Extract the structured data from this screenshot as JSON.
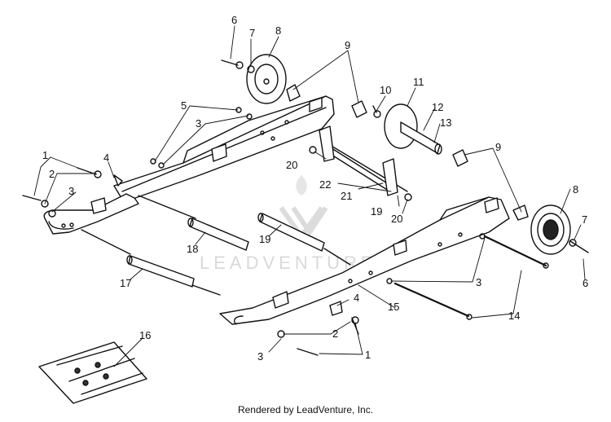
{
  "diagram": {
    "callouts": [
      {
        "id": "c6a",
        "text": "6"
      },
      {
        "id": "c7a",
        "text": "7"
      },
      {
        "id": "c8a",
        "text": "8"
      },
      {
        "id": "c9a",
        "text": "9"
      },
      {
        "id": "c10",
        "text": "10"
      },
      {
        "id": "c11",
        "text": "11"
      },
      {
        "id": "c12",
        "text": "12"
      },
      {
        "id": "c13",
        "text": "13"
      },
      {
        "id": "c5",
        "text": "5"
      },
      {
        "id": "c3a",
        "text": "3"
      },
      {
        "id": "c1a",
        "text": "1"
      },
      {
        "id": "c4a",
        "text": "4"
      },
      {
        "id": "c2a",
        "text": "2"
      },
      {
        "id": "c3b",
        "text": "3"
      },
      {
        "id": "c20a",
        "text": "20"
      },
      {
        "id": "c22",
        "text": "22"
      },
      {
        "id": "c21",
        "text": "21"
      },
      {
        "id": "c19a",
        "text": "19"
      },
      {
        "id": "c20b",
        "text": "20"
      },
      {
        "id": "c9b",
        "text": "9"
      },
      {
        "id": "c8b",
        "text": "8"
      },
      {
        "id": "c7b",
        "text": "7"
      },
      {
        "id": "c6b",
        "text": "6"
      },
      {
        "id": "c18",
        "text": "18"
      },
      {
        "id": "c19b",
        "text": "19"
      },
      {
        "id": "c17",
        "text": "17"
      },
      {
        "id": "c3c",
        "text": "3"
      },
      {
        "id": "c15",
        "text": "15"
      },
      {
        "id": "c14",
        "text": "14"
      },
      {
        "id": "c4b",
        "text": "4"
      },
      {
        "id": "c2b",
        "text": "2"
      },
      {
        "id": "c3d",
        "text": "3"
      },
      {
        "id": "c1b",
        "text": "1"
      },
      {
        "id": "c16",
        "text": "16"
      }
    ]
  },
  "watermark": {
    "text": "LEADVENTURE"
  },
  "footer": {
    "text": "Rendered by LeadVenture, Inc."
  }
}
